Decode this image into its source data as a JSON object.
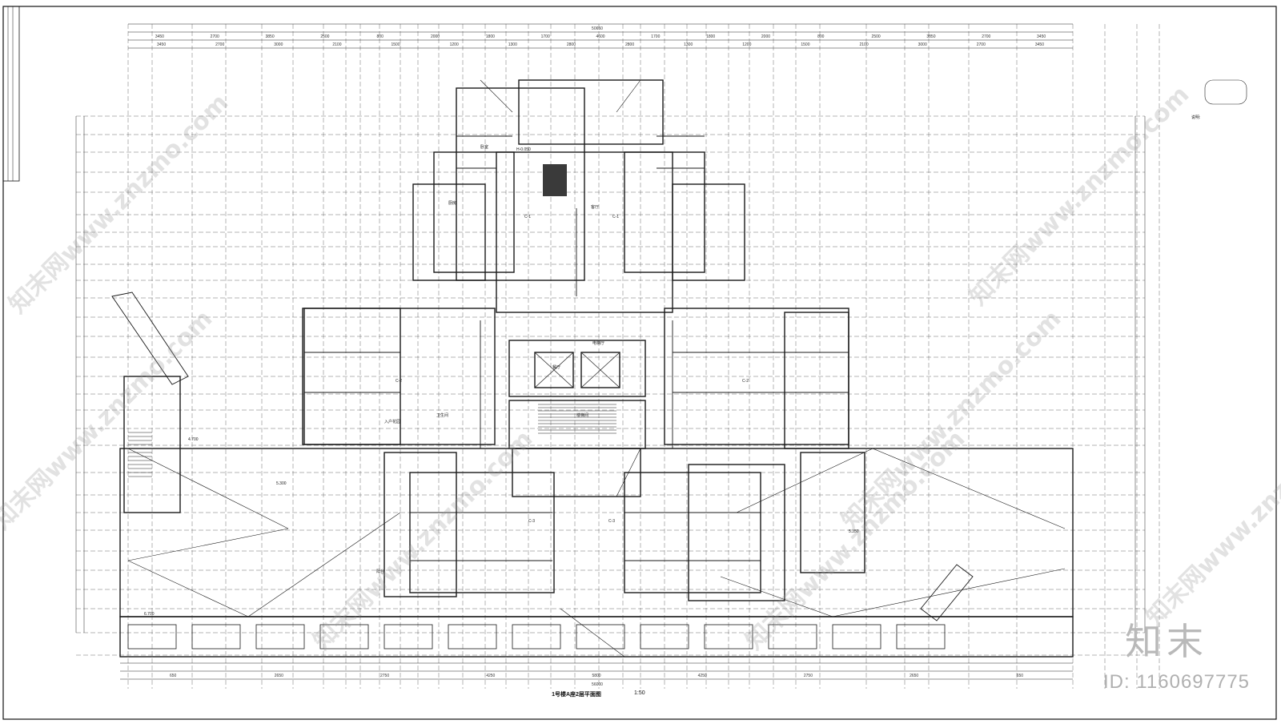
{
  "drawing": {
    "title": "1号楼A座2层平面图",
    "scale": "1:50",
    "overall_dimension_top": "50650",
    "overall_dimension_bottom": "56000"
  },
  "dimensions_top_row1": [
    "3450",
    "2700",
    "3850",
    "2500",
    "800",
    "2000",
    "1800",
    "1700",
    "4600",
    "1700",
    "1800",
    "2000",
    "800",
    "2500",
    "3850",
    "2700",
    "3450"
  ],
  "dimensions_top_row2": [
    "3450",
    "2700",
    "3000",
    "2100",
    "1500",
    "1200",
    "1300",
    "2800",
    "2800",
    "1300",
    "1200",
    "1500",
    "2100",
    "3000",
    "2700",
    "3450"
  ],
  "dimensions_bottom": [
    "650",
    "2650",
    "2750",
    "4250",
    "5800",
    "4250",
    "2750",
    "2650",
    "650"
  ],
  "room_labels": [
    "客厅",
    "餐厅",
    "卧室",
    "厨房",
    "卫生间",
    "阳台",
    "入户花园",
    "电梯厅",
    "楼梯间"
  ],
  "unit_tags": [
    "C-1",
    "C-1",
    "C-2",
    "C-2",
    "C-3",
    "C-3"
  ],
  "elevation_tags": [
    "H-0.050",
    "5.300",
    "5.350",
    "4.700",
    "6.700"
  ],
  "legend_title": "说明:",
  "watermark_text": "知末网www.znzmo.com",
  "brand_logo": "知末",
  "image_id": "ID: 1160697775",
  "colors": {
    "line": "#1a1a1a",
    "grid": "#444444",
    "watermark": "#969696"
  }
}
